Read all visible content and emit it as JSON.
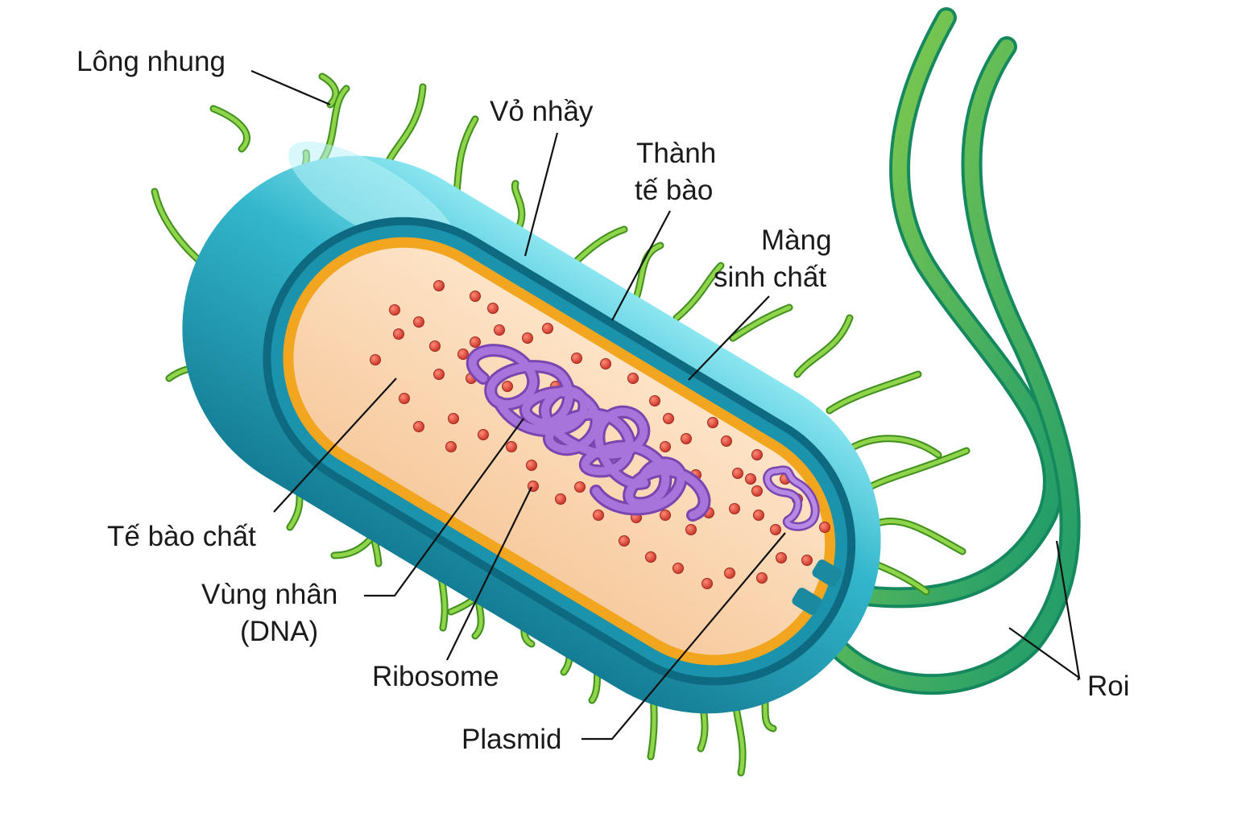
{
  "labels": {
    "pili": "Lông nhung",
    "capsule": "Vỏ nhầy",
    "cell_wall_1": "Thành",
    "cell_wall_2": "tế bào",
    "membrane_1": "Màng",
    "membrane_2": "sinh chất",
    "cytoplasm": "Tế bào chất",
    "nucleoid_1": "Vùng nhân",
    "nucleoid_2": "(DNA)",
    "ribosome": "Ribosome",
    "plasmid": "Plasmid",
    "flagella": "Roi"
  },
  "colors": {
    "capsule": "#1f9fb8",
    "capsule_highlight": "#6fd9e6",
    "cell_wall": "#0f6e86",
    "membrane": "#f2a51e",
    "cytoplasm": "#fbd8b4",
    "ribosome": "#d6483a",
    "dna": "#9a62d0",
    "pili": "#6cbf2c",
    "flagella": "#26a86a"
  }
}
